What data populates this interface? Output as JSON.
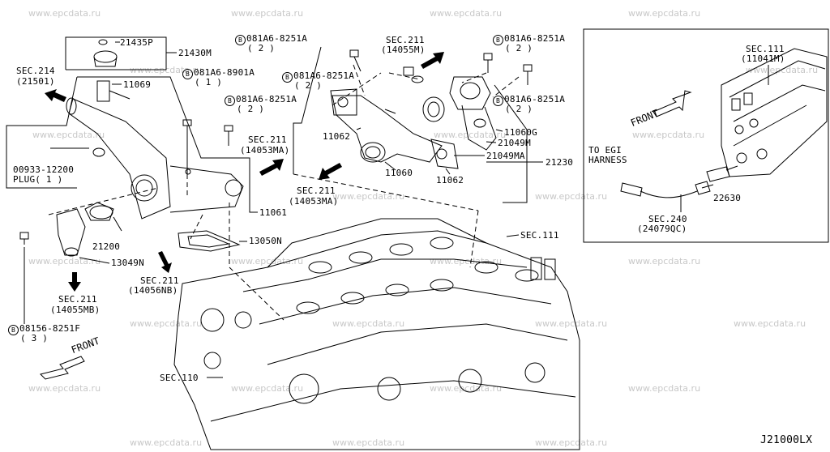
{
  "watermark": "www.epcdata.ru",
  "diagram_code": "J21000LX",
  "front_left": "FRONT",
  "front_right": "FRONT",
  "labels": {
    "sec214": "SEC.214",
    "sec214_ref": "(21501)",
    "p21435P": "21435P",
    "p21430M": "21430M",
    "p11069": "11069",
    "bolt_081A6_8901A_code": "081A6-8901A",
    "bolt_081A6_8901A_qty": "( 1 )",
    "bolt_081A6_8251A_a_code": "081A6-8251A",
    "bolt_081A6_8251A_a_qty": "( 2 )",
    "bolt_081A6_8251A_b_code": "081A6-8251A",
    "bolt_081A6_8251A_b_qty": "( 2 )",
    "bolt_081A6_8251A_c_code": "081A6-8251A",
    "bolt_081A6_8251A_c_qty": "( 2 )",
    "bolt_081A6_8251A_d_code": "081A6-8251A",
    "bolt_081A6_8251A_d_qty": "( 2 )",
    "bolt_081A6_8251A_e_code": "081A6-8251A",
    "bolt_081A6_8251A_e_qty": "( 2 )",
    "sec211_top": "SEC.211",
    "sec211_top_ref": "(14055M)",
    "sec211_mid": "SEC.211",
    "sec211_mid_ref": "(14053MA)",
    "sec211_mid2": "SEC.211",
    "sec211_mid2_ref": "(14053MA)",
    "p11062_a": "11062",
    "p11062_b": "11062",
    "p11060": "11060",
    "p11060G": "11060G",
    "p21049M": "21049M",
    "p21049MA": "21049MA",
    "p21230": "21230",
    "plug_code": "00933-12200",
    "plug_text": "PLUG( 1 )",
    "p21200": "21200",
    "p11061": "11061",
    "p13050N": "13050N",
    "p13049N": "13049N",
    "sec211_left": "SEC.211",
    "sec211_left_ref": "(14056NB)",
    "sec211_bl": "SEC.211",
    "sec211_bl_ref": "(14055MB)",
    "bolt_08156_code": "08156-8251F",
    "bolt_08156_qty": "( 3 )",
    "sec110": "SEC.110",
    "sec111_mid": "SEC.111",
    "sec111_tr": "SEC.111",
    "sec111_tr_ref": "(11041M)",
    "to_egi_1": "TO EGI",
    "to_egi_2": "HARNESS",
    "p22630": "22630",
    "sec240": "SEC.240",
    "sec240_ref": "(24079QC)",
    "badge_letter": "B"
  }
}
